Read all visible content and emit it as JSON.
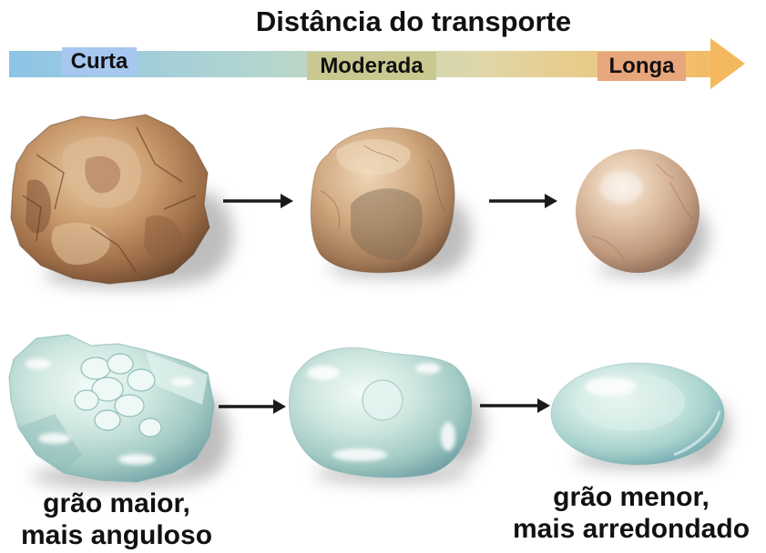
{
  "title": "Distância do transporte",
  "scale": {
    "labels": [
      {
        "text": "Curta",
        "color": "#a6c7ef"
      },
      {
        "text": "Moderada",
        "color": "#c8c890"
      },
      {
        "text": "Longa",
        "color": "#e8a67c"
      }
    ],
    "gradient_colors": [
      "#8dc4e6",
      "#b2d5cf",
      "#e0d6a6",
      "#f3bb64"
    ],
    "head_color": "#f4b95f"
  },
  "captions": {
    "start": {
      "line1": "grão maior,",
      "line2": "mais anguloso"
    },
    "end": {
      "line1": "grão menor,",
      "line2": "mais arredondado"
    }
  },
  "colors": {
    "rock_light": "#e8c9a4",
    "rock_dark": "#7a5236",
    "glass_light": "#eef9f6",
    "glass_dark": "#6f9fa3",
    "arrow": "#1a1a1a"
  },
  "icons": {
    "transition_arrow": "right-arrow-icon"
  }
}
